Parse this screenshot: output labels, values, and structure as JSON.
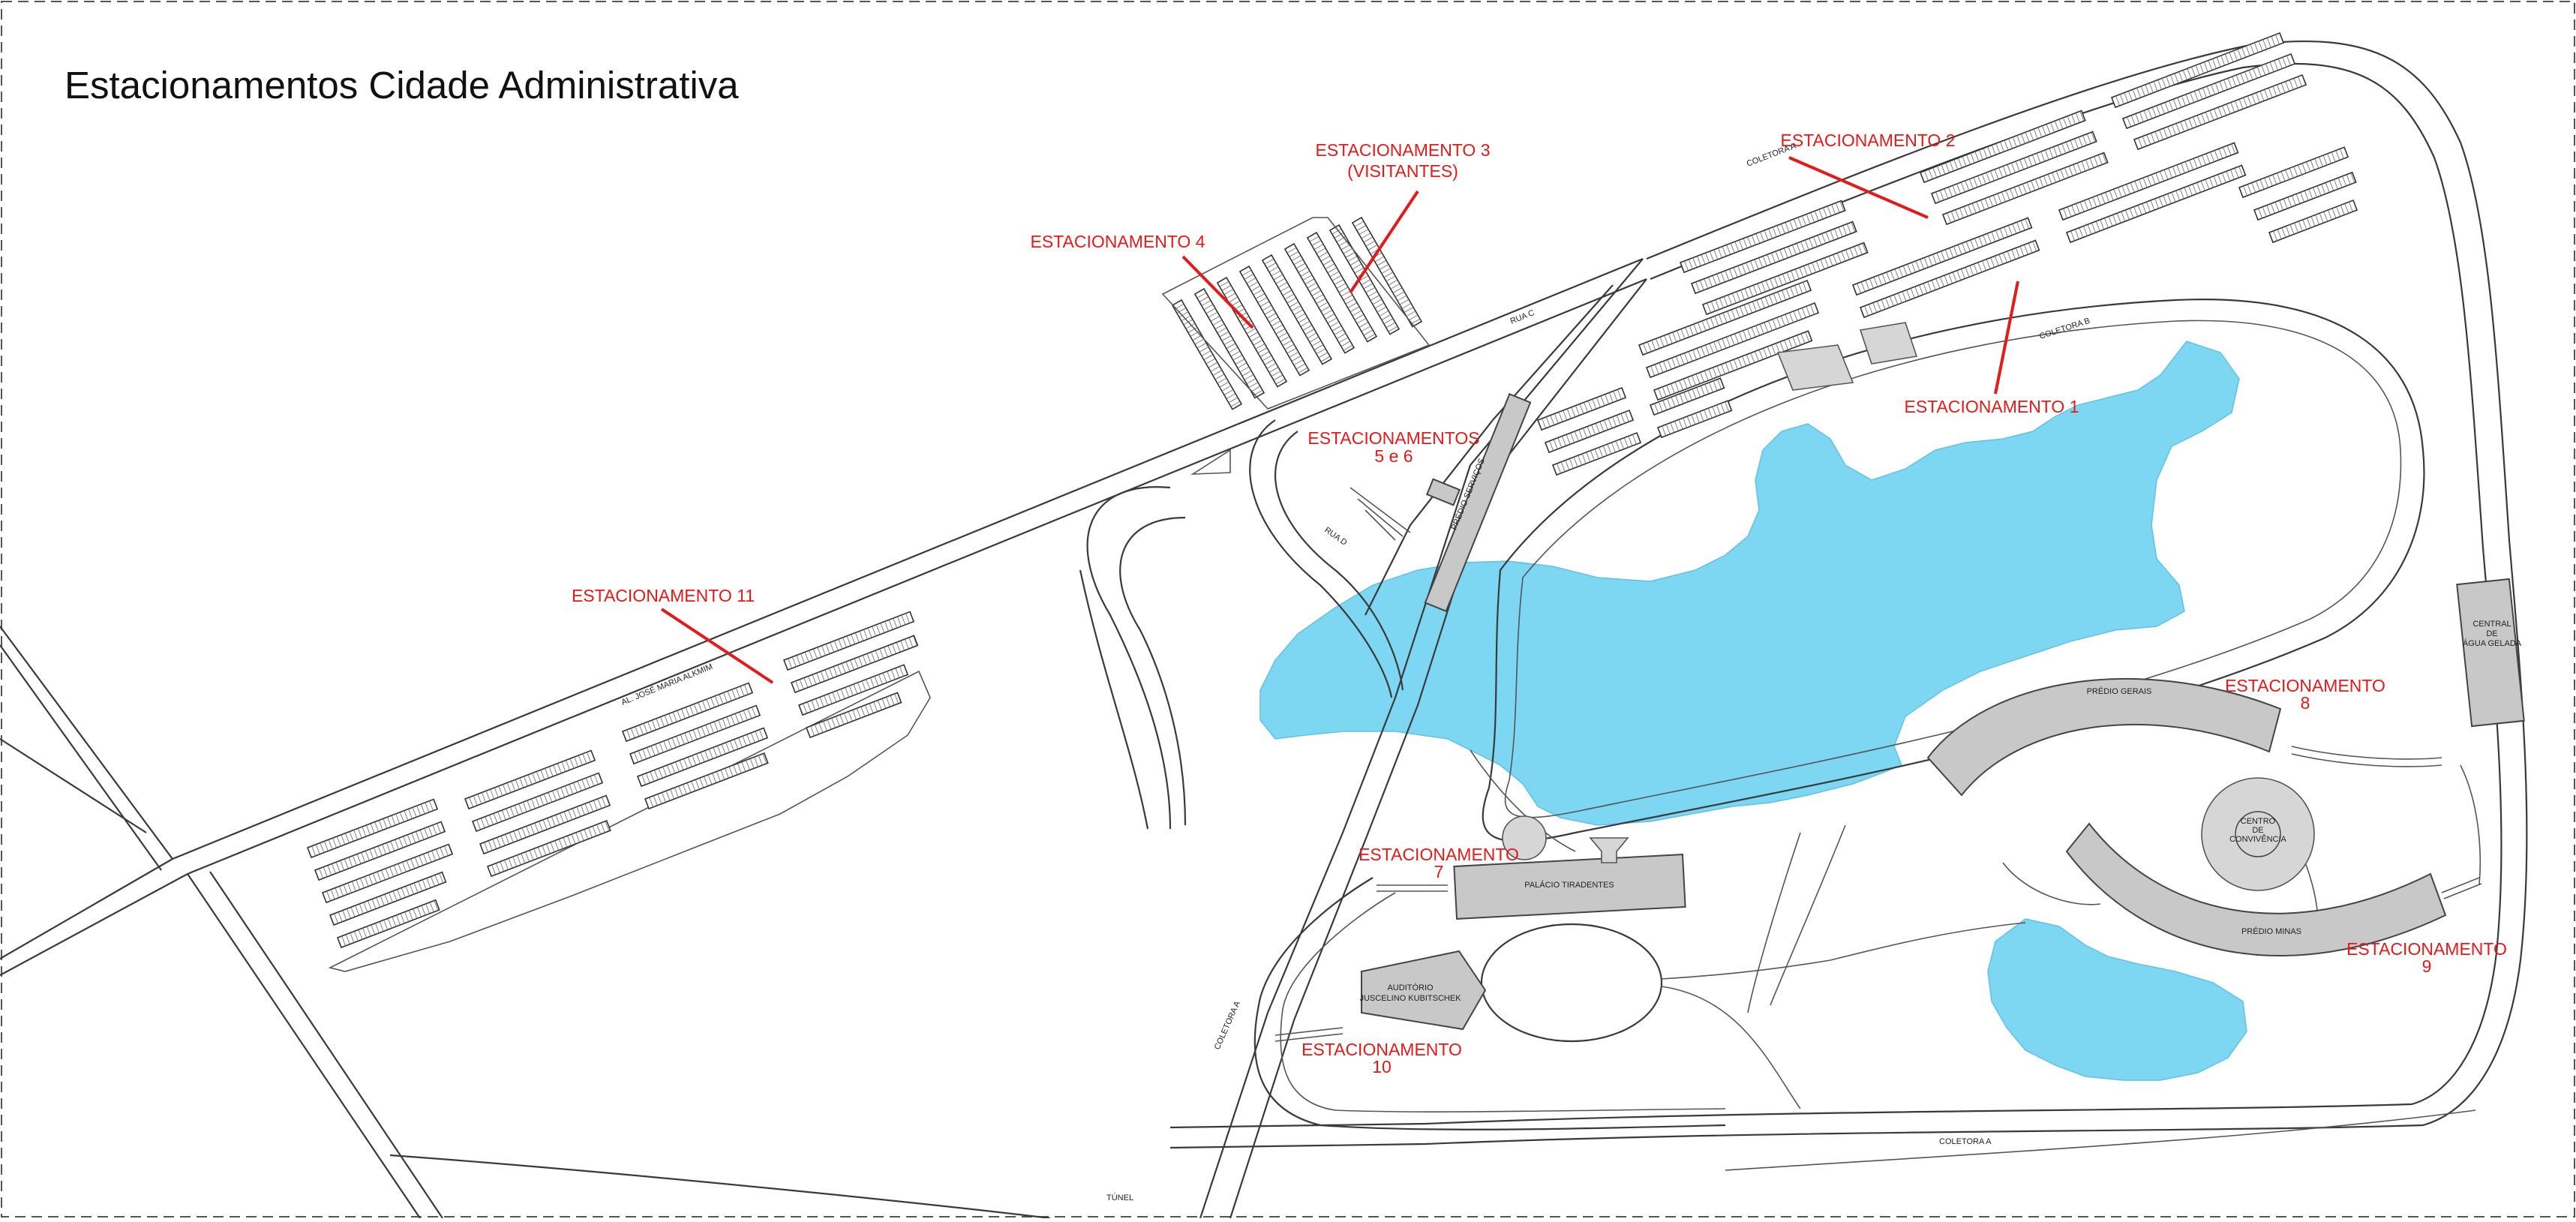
{
  "title": "Estacionamentos Cidade Administrativa",
  "colors": {
    "label_red": "#e41a1a",
    "water": "#7dd6f2",
    "building": "#c8c8c8",
    "line": "#3a3a3a"
  },
  "parking_labels": {
    "p1": {
      "line1": "ESTACIONAMENTO 1"
    },
    "p2": {
      "line1": "ESTACIONAMENTO 2"
    },
    "p3": {
      "line1": "ESTACIONAMENTO 3",
      "line2": "(VISITANTES)"
    },
    "p4": {
      "line1": "ESTACIONAMENTO 4"
    },
    "p56": {
      "line1": "ESTACIONAMENTOS",
      "line2": "5 e 6"
    },
    "p7": {
      "line1": "ESTACIONAMENTO",
      "line2": "7"
    },
    "p8": {
      "line1": "ESTACIONAMENTO",
      "line2": "8"
    },
    "p9": {
      "line1": "ESTACIONAMENTO",
      "line2": "9"
    },
    "p10": {
      "line1": "ESTACIONAMENTO",
      "line2": "10"
    },
    "p11": {
      "line1": "ESTACIONAMENTO 11"
    }
  },
  "buildings": {
    "palacio": "PALÁCIO TIRADENTES",
    "auditorio_line1": "AUDITÓRIO",
    "auditorio_line2": "JUSCELINO KUBITSCHEK",
    "gerais": "PRÉDIO GERAIS",
    "minas": "PRÉDIO MINAS",
    "convivencia_line1": "CENTRO",
    "convivencia_line2": "DE",
    "convivencia_line3": "CONVIVÊNCIA",
    "agua_line1": "CENTRAL",
    "agua_line2": "DE",
    "agua_line3": "ÁGUA GELADA",
    "servicos": "PRÉDIO SERVIÇOS"
  },
  "roads": {
    "coletora_a": "COLETORA A",
    "coletora_b": "COLETORA B",
    "rua_c": "RUA C",
    "rua_d": "RUA D",
    "alameda": "AL. JOSÉ MARIA ALKMIM",
    "tunel": "TÚNEL"
  }
}
